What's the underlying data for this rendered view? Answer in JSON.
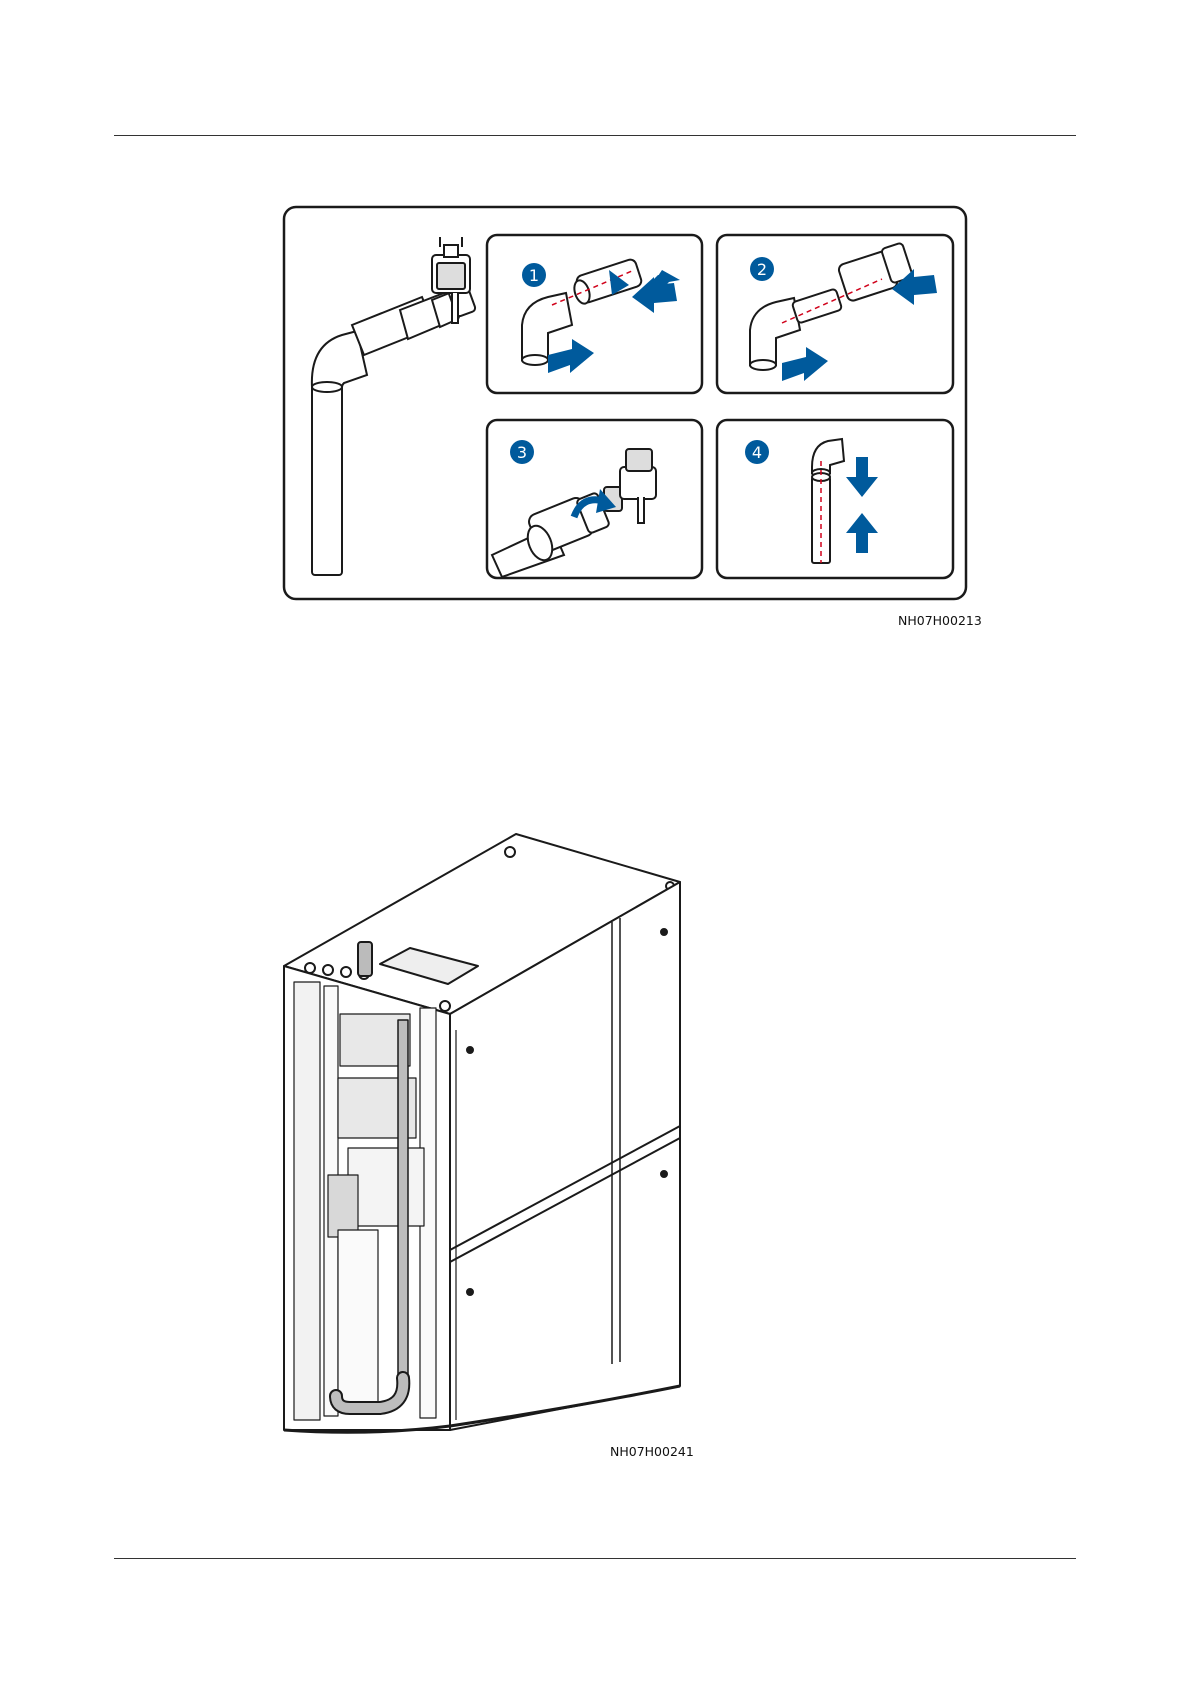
{
  "header": {},
  "figure1": {
    "code": "NH07H00213",
    "steps": [
      "1",
      "2",
      "3",
      "4"
    ]
  },
  "figure2": {
    "code": "NH07H00241"
  },
  "colors": {
    "arrow": "#005a9c",
    "badge": "#005a9c",
    "guide": "#d0021b",
    "line": "#1a1a1a"
  }
}
